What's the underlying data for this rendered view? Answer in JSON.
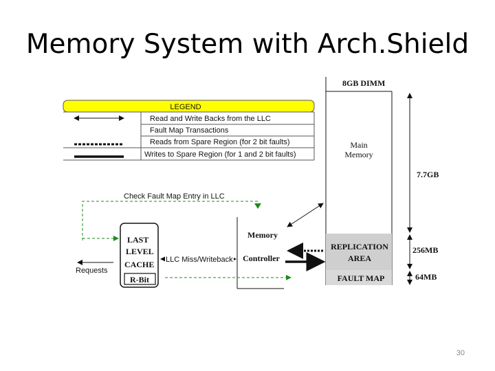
{
  "slide": {
    "title": "Memory System with Arch.Shield",
    "page_number": "30"
  },
  "legend": {
    "header": "LEGEND",
    "items": [
      "Read and Write Backs from the LLC",
      "Fault Map Transactions",
      "Reads from Spare Region (for 2 bit faults)",
      "Writes to Spare Region (for 1 and 2 bit faults)"
    ],
    "header_color": "#ffff00"
  },
  "dimm": {
    "label": "8GB  DIMM",
    "main_memory": [
      "Main",
      "Memory"
    ],
    "replication": [
      "REPLICATION",
      "AREA"
    ],
    "fault_map": "FAULT MAP",
    "sizes": {
      "main": "7.7GB",
      "replication": "256MB",
      "fault_map": "64MB"
    }
  },
  "cache": {
    "lines": [
      "LAST",
      "LEVEL",
      "CACHE"
    ],
    "rbit": "R-Bit"
  },
  "controller": {
    "lines": [
      "Memory",
      "Controller"
    ]
  },
  "labels": {
    "check_fault": "Check Fault Map Entry in LLC",
    "llc_miss": "LLC Miss/Writeback",
    "requests": "Requests"
  }
}
